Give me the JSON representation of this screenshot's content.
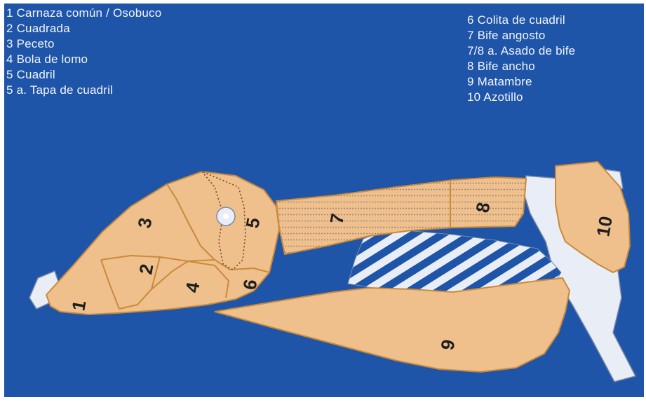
{
  "legend_left": [
    "1 Carnaza común / Osobuco",
    "2 Cuadrada",
    "3 Peceto",
    "4 Bola de lomo",
    "5 Cuadril",
    "5 a. Tapa de cuadril"
  ],
  "legend_right": [
    "6 Colita de cuadril",
    "7 Bife angosto",
    "7/8 a.  Asado de bife",
    "8 Bife ancho",
    "9 Matambre",
    "10 Azotillo"
  ],
  "cut_numbers": [
    "1",
    "2",
    "3",
    "4",
    "5",
    "6",
    "7",
    "8",
    "9",
    "10"
  ],
  "colors": {
    "background": "#1f55a8",
    "meat": "#efbf8c",
    "outline": "#c98a3a",
    "bone": "#e9eef6",
    "text_light": "#f2f5fb"
  }
}
